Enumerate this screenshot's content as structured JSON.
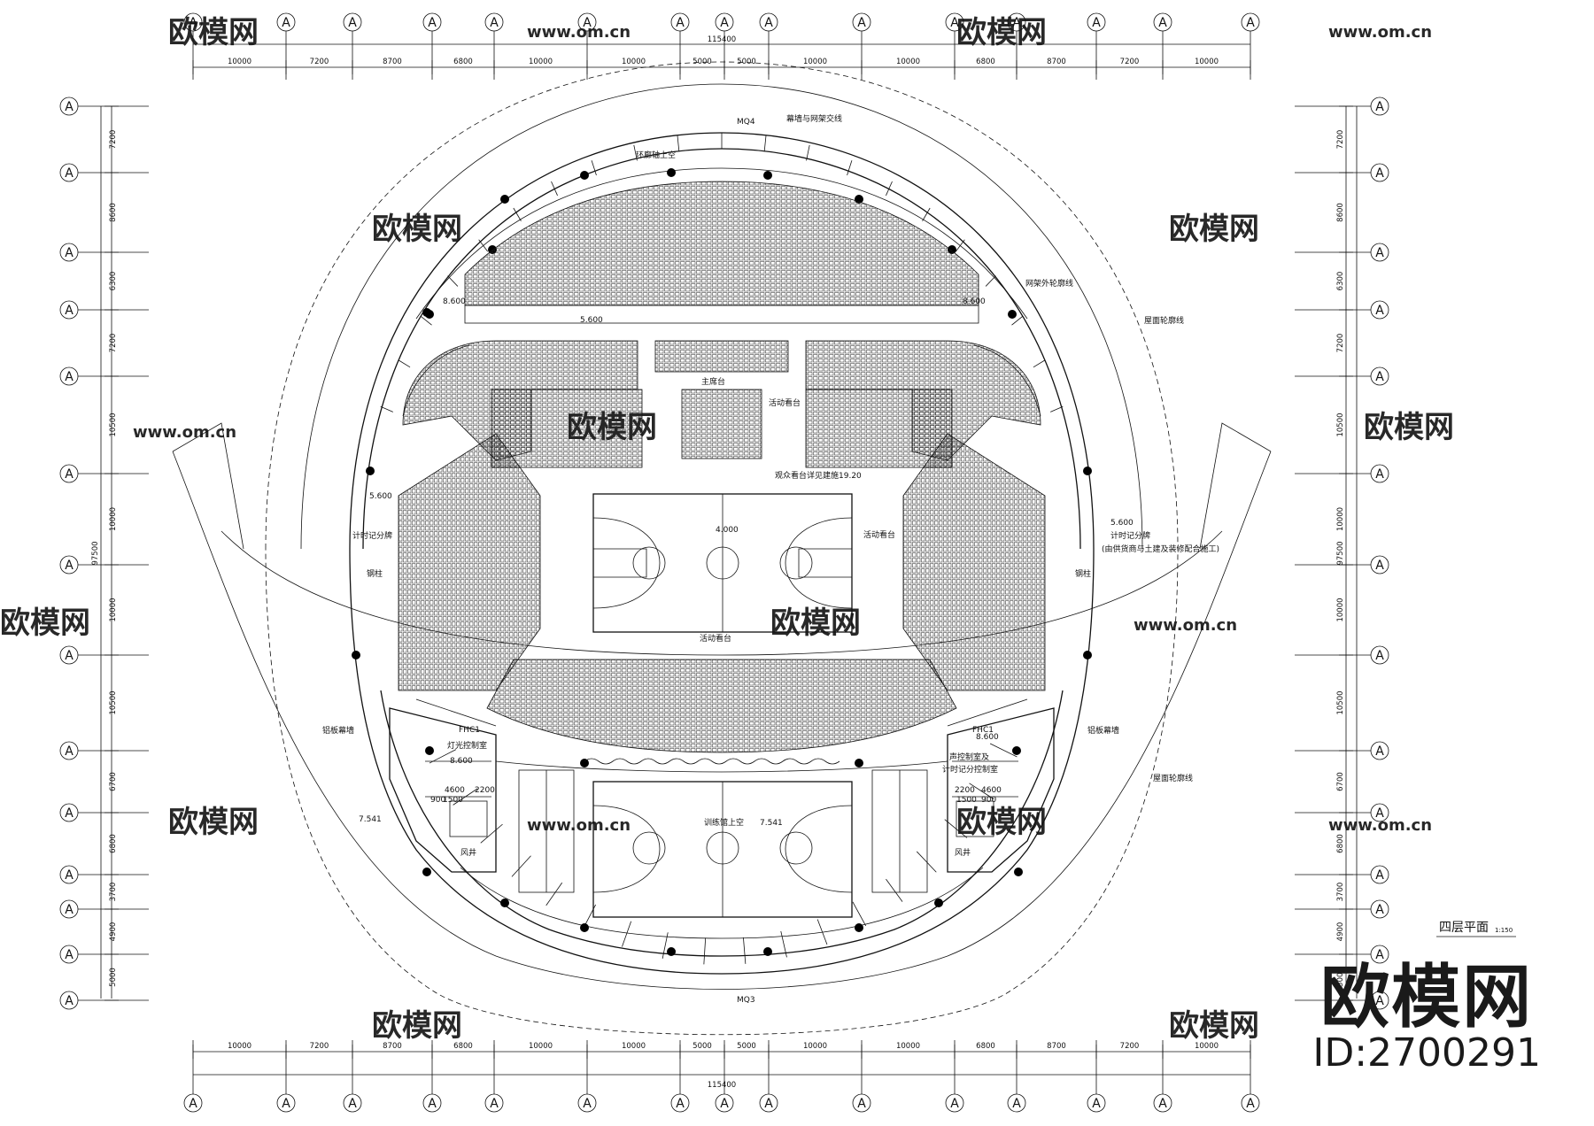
{
  "plan_title": "四层平面",
  "plan_scale": "1:150",
  "axis_label": "A",
  "horizontal_dimensions": [
    "10000",
    "7200",
    "8700",
    "6800",
    "10000",
    "10000",
    "5000",
    "5000",
    "10000",
    "10000",
    "6800",
    "8700",
    "7200",
    "10000"
  ],
  "horizontal_total": "115400",
  "vertical_dimensions": [
    "7200",
    "8600",
    "6300",
    "7200",
    "10500",
    "10000",
    "10000",
    "10500",
    "6700",
    "6800",
    "3700",
    "4900",
    "5000"
  ],
  "vertical_total": "97500",
  "labels": {
    "curtain_wall_top": "MQ4",
    "curtain_wall_bottom": "MQ3",
    "curtain_wall_line": "幕墙与网架交线",
    "cat_walk": "环廊轴上空",
    "net_frame_outline": "网架外轮廓线",
    "roof_outline": "屋面轮廓线",
    "roof_outline_2": "屋面轮廓线",
    "movable_stand_top": "活动看台",
    "movable_stand_right": "活动看台",
    "movable_stand_bottom": "活动看台",
    "stand_note": "观众看台详见建施19.20",
    "main_stage": "主席台",
    "timing_left": "计时记分牌",
    "timing_right": "计时记分牌",
    "timing_right_note": "(由供货商与土建及装修配合施工)",
    "steel_col_left": "钢柱",
    "steel_col_right": "钢柱",
    "lighting_room": "灯光控制室",
    "sound_room": "声控制室及",
    "sound_room_2": "计时记分控制室",
    "training_void": "训练馆上空",
    "wind_shaft_left": "风井",
    "wind_shaft_right": "风井",
    "alum_wall_left": "铝板幕墙",
    "alum_wall_right": "铝板幕墙",
    "fhc_left": "FHC1",
    "fhc_right": "FHC1",
    "elev_8600_left": "8.600",
    "elev_8600_right": "8.600",
    "elev_8600_top_left": "8.600",
    "elev_8600_top_right": "8.600",
    "elev_5600_left": "5.600",
    "elev_5600_right": "5.600",
    "elev_5600_center": "5.600",
    "elev_court": "4.000",
    "elev_7541_left": "7.541",
    "elev_7541_center": "7.541",
    "room_dims": [
      "4600",
      "2200",
      "1500",
      "900"
    ]
  },
  "watermark": {
    "text": "欧模网",
    "url": "www.om.cn"
  },
  "brand": {
    "name": "欧模网",
    "id": "ID:2700291"
  }
}
